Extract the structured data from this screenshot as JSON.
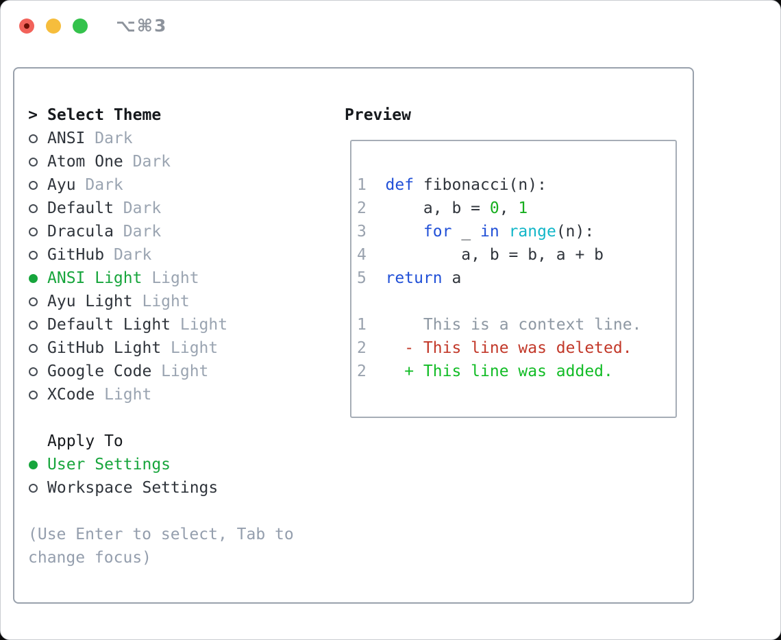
{
  "window": {
    "title_shortcut": "⌥⌘3",
    "traffic_lights": [
      "close",
      "minimize",
      "zoom"
    ]
  },
  "colors": {
    "selection_green": "#17a53c",
    "keyword_blue": "#2150d7",
    "builtin_cyan": "#12b6c8",
    "literal_green": "#17ae1e",
    "diff_added_green": "#12bc26",
    "diff_deleted_red": "#c23829",
    "context_gray": "#8e98a3",
    "muted_gray": "#9aa4b1",
    "border_gray": "#99a1ac"
  },
  "theme_selector": {
    "header": {
      "marker": ">",
      "label": "Select Theme"
    },
    "themes": [
      {
        "name": "ANSI",
        "variant": "Dark",
        "selected": false
      },
      {
        "name": "Atom One",
        "variant": "Dark",
        "selected": false
      },
      {
        "name": "Ayu",
        "variant": "Dark",
        "selected": false
      },
      {
        "name": "Default",
        "variant": "Dark",
        "selected": false
      },
      {
        "name": "Dracula",
        "variant": "Dark",
        "selected": false
      },
      {
        "name": "GitHub",
        "variant": "Dark",
        "selected": false
      },
      {
        "name": "ANSI Light",
        "variant": "Light",
        "selected": true
      },
      {
        "name": "Ayu Light",
        "variant": "Light",
        "selected": false
      },
      {
        "name": "Default Light",
        "variant": "Light",
        "selected": false
      },
      {
        "name": "GitHub Light",
        "variant": "Light",
        "selected": false
      },
      {
        "name": "Google Code",
        "variant": "Light",
        "selected": false
      },
      {
        "name": "XCode",
        "variant": "Light",
        "selected": false
      }
    ],
    "apply_to": {
      "header": "Apply To",
      "options": [
        {
          "name": "User Settings",
          "selected": true
        },
        {
          "name": "Workspace Settings",
          "selected": false
        }
      ]
    },
    "hint_lines": [
      "(Use Enter to select, Tab to",
      "change focus)"
    ]
  },
  "preview": {
    "header": "Preview",
    "code": [
      {
        "num": "1",
        "tokens": [
          {
            "t": "def",
            "c": "kw"
          },
          {
            "t": " fibonacci(n):",
            "c": "fg"
          }
        ]
      },
      {
        "num": "2",
        "tokens": [
          {
            "t": "    a, b = ",
            "c": "fg"
          },
          {
            "t": "0",
            "c": "num"
          },
          {
            "t": ", ",
            "c": "fg"
          },
          {
            "t": "1",
            "c": "num"
          }
        ]
      },
      {
        "num": "3",
        "tokens": [
          {
            "t": "    ",
            "c": "fg"
          },
          {
            "t": "for",
            "c": "kw"
          },
          {
            "t": " _ ",
            "c": "fg"
          },
          {
            "t": "in",
            "c": "kw"
          },
          {
            "t": " ",
            "c": "fg"
          },
          {
            "t": "range",
            "c": "bi"
          },
          {
            "t": "(n):",
            "c": "fg"
          }
        ]
      },
      {
        "num": "4",
        "tokens": [
          {
            "t": "        a, b = b, a + b",
            "c": "fg"
          }
        ]
      },
      {
        "num": "5",
        "tokens": [
          {
            "t": "    ",
            "c": "fg"
          },
          {
            "t": "return",
            "c": "kw"
          },
          {
            "t": " a",
            "c": "fg"
          }
        ]
      }
    ],
    "diff": [
      {
        "num": "1",
        "tokens": [
          {
            "t": "    This is a context line.",
            "c": "ctx"
          }
        ]
      },
      {
        "num": "2",
        "tokens": [
          {
            "t": "  ",
            "c": "fg"
          },
          {
            "t": "- This line was deleted.",
            "c": "del"
          }
        ]
      },
      {
        "num": "2",
        "tokens": [
          {
            "t": "  ",
            "c": "fg"
          },
          {
            "t": "+ This line was added.",
            "c": "add"
          }
        ]
      }
    ]
  }
}
